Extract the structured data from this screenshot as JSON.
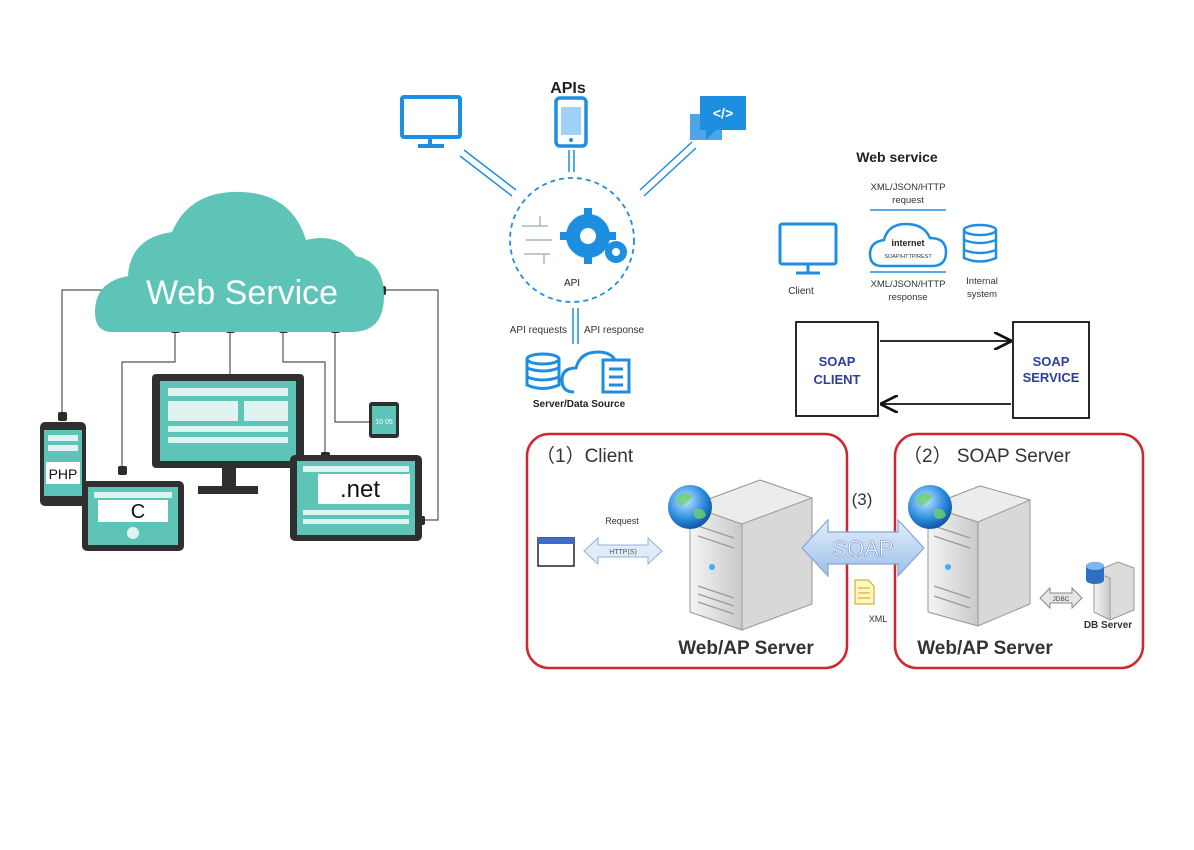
{
  "web_service_panel": {
    "cloud_label": "Web Service",
    "devices": {
      "php_label": "PHP",
      "c_label": "C",
      "net_label": ".net",
      "small_device_label": "10 05"
    }
  },
  "api_panel": {
    "title": "APIs",
    "hub_label": "API",
    "requests_label": "API requests",
    "response_label": "API response",
    "source_label": "Server/Data Source"
  },
  "webservice_flow": {
    "title": "Web service",
    "request_line1": "XML/JSON/HTTP",
    "request_line2": "request",
    "cloud_title": "internet",
    "cloud_subtitle": "SOAP/HTTP/REST",
    "response_line1": "XML/JSON/HTTP",
    "response_line2": "response",
    "client_label": "Client",
    "internal_line1": "Internal",
    "internal_line2": "system"
  },
  "soap_boxes": {
    "client_line1": "SOAP",
    "client_line2": "CLIENT",
    "service_line1": "SOAP",
    "service_line2": "SERVICE"
  },
  "soap_architecture": {
    "client_box_title": "（1）Client",
    "server_box_title": "（2） SOAP Server",
    "step3_label": "(3)",
    "soap_arrow_label": "SOAP",
    "request_label": "Request",
    "https_label": "HTTP(S)",
    "xml_label": "XML",
    "jdbc_label": "JDBC",
    "db_server_label": "DB Server",
    "client_server_label": "Web/AP Server",
    "soap_server_label": "Web/AP Server"
  },
  "colors": {
    "teal": "#5fc4b8",
    "blue": "#1e8ee0",
    "red_border": "#d0262d",
    "soap_blue": "#2c3e9e"
  }
}
